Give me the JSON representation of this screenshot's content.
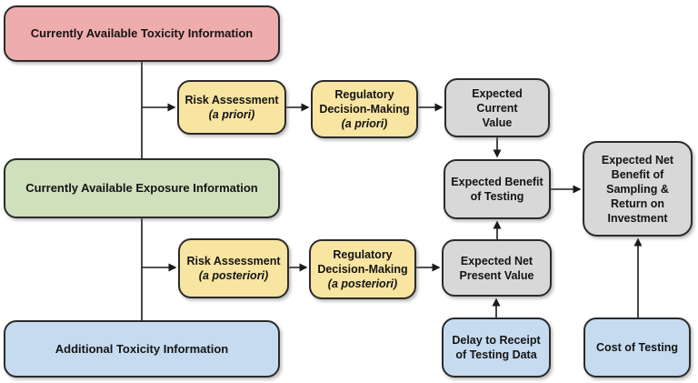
{
  "palette": {
    "pink": "#EFACAD",
    "green": "#CFE0BD",
    "blue": "#C6DBF0",
    "yellow": "#F9E5A2",
    "gray": "#D8D8D8",
    "border": "#2B2B2B",
    "arrow": "#1A1A1A",
    "background": "#FFFFFF"
  },
  "boxes": [
    {
      "id": "currently-available-toxicity-information",
      "color": "pink",
      "lines": [
        "Currently Available Toxicity Information"
      ]
    },
    {
      "id": "risk-assessment-a-priori",
      "color": "yellow",
      "lines": [
        "Risk Assessment",
        "(a priori)"
      ]
    },
    {
      "id": "regulatory-decision-making-a-priori",
      "color": "yellow",
      "lines": [
        "Regulatory",
        "Decision-Making",
        "(a priori)"
      ]
    },
    {
      "id": "expected-current-value",
      "color": "gray",
      "lines": [
        "Expected Current",
        "Value"
      ]
    },
    {
      "id": "currently-available-exposure-information",
      "color": "green",
      "lines": [
        "Currently Available Exposure Information"
      ]
    },
    {
      "id": "expected-benefit-of-testing",
      "color": "gray",
      "lines": [
        "Expected Benefit",
        "of Testing"
      ]
    },
    {
      "id": "expected-net-benefit-of-sampling-and-return-on-investment",
      "color": "gray",
      "lines": [
        "Expected Net",
        "Benefit of",
        "Sampling &",
        "Return on",
        "Investment"
      ]
    },
    {
      "id": "risk-assessment-a-posteriori",
      "color": "yellow",
      "lines": [
        "Risk Assessment",
        "(a posteriori)"
      ]
    },
    {
      "id": "regulatory-decision-making-a-posteriori",
      "color": "yellow",
      "lines": [
        "Regulatory",
        "Decision-Making",
        "(a posteriori)"
      ]
    },
    {
      "id": "expected-net-present-value",
      "color": "gray",
      "lines": [
        "Expected Net",
        "Present Value"
      ]
    },
    {
      "id": "additional-toxicity-information",
      "color": "blue",
      "lines": [
        "Additional Toxicity Information"
      ]
    },
    {
      "id": "delay-to-receipt-of-testing-data",
      "color": "blue",
      "lines": [
        "Delay to Receipt",
        "of Testing Data"
      ]
    },
    {
      "id": "cost-of-testing",
      "color": "blue",
      "lines": [
        "Cost of Testing"
      ]
    }
  ],
  "edges": [
    {
      "from": "currently-available-toxicity-information",
      "to": "risk-assessment-a-priori"
    },
    {
      "from": "currently-available-exposure-information",
      "to": "risk-assessment-a-priori"
    },
    {
      "from": "risk-assessment-a-priori",
      "to": "regulatory-decision-making-a-priori"
    },
    {
      "from": "regulatory-decision-making-a-priori",
      "to": "expected-current-value"
    },
    {
      "from": "expected-current-value",
      "to": "expected-benefit-of-testing"
    },
    {
      "from": "currently-available-toxicity-information",
      "to": "risk-assessment-a-posteriori"
    },
    {
      "from": "currently-available-exposure-information",
      "to": "risk-assessment-a-posteriori"
    },
    {
      "from": "additional-toxicity-information",
      "to": "risk-assessment-a-posteriori"
    },
    {
      "from": "risk-assessment-a-posteriori",
      "to": "regulatory-decision-making-a-posteriori"
    },
    {
      "from": "regulatory-decision-making-a-posteriori",
      "to": "expected-net-present-value"
    },
    {
      "from": "expected-net-present-value",
      "to": "expected-benefit-of-testing"
    },
    {
      "from": "delay-to-receipt-of-testing-data",
      "to": "expected-net-present-value"
    },
    {
      "from": "expected-benefit-of-testing",
      "to": "expected-net-benefit-of-sampling-and-return-on-investment"
    },
    {
      "from": "cost-of-testing",
      "to": "expected-net-benefit-of-sampling-and-return-on-investment"
    }
  ]
}
